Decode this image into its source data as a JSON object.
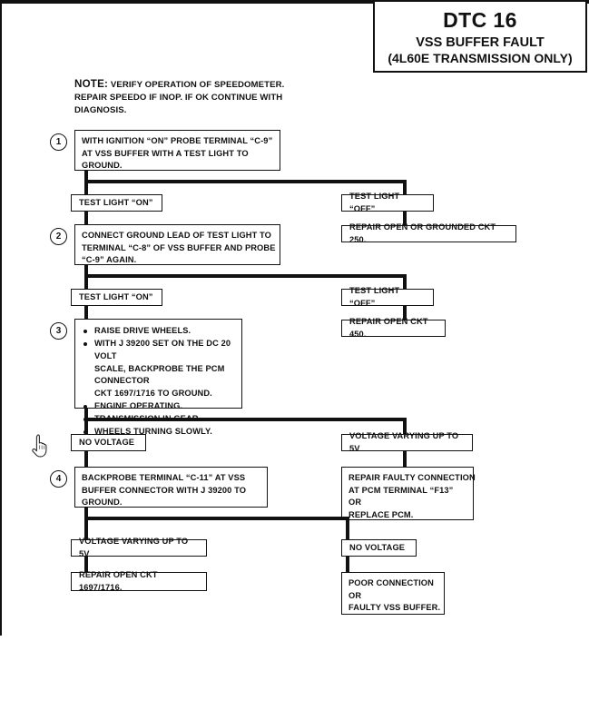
{
  "header": {
    "code": "DTC 16",
    "fault": "VSS BUFFER FAULT",
    "application": "(4L60E TRANSMISSION ONLY)"
  },
  "note": {
    "lead": "NOTE:",
    "line1": "VERIFY OPERATION OF SPEEDOMETER.",
    "line2": "REPAIR SPEEDO IF INOP.  IF OK CONTINUE WITH",
    "line3": "DIAGNOSIS."
  },
  "steps": {
    "step1": {
      "number": "1",
      "line1": "WITH IGNITION “ON” PROBE TERMINAL “C-9”",
      "line2": "AT VSS BUFFER WITH A TEST LIGHT TO",
      "line3": "GROUND."
    },
    "step2": {
      "number": "2",
      "line1": "CONNECT GROUND LEAD OF TEST LIGHT TO",
      "line2": "TERMINAL “C-8” OF VSS BUFFER AND PROBE",
      "line3": "“C-9” AGAIN."
    },
    "step3": {
      "number": "3",
      "bullets": [
        {
          "text": "RAISE DRIVE WHEELS."
        },
        {
          "text": "WITH J 39200 SET ON THE DC 20 VOLT",
          "cont1": "SCALE, BACKPROBE THE PCM CONNECTOR",
          "cont2": "CKT 1697/1716 TO GROUND."
        },
        {
          "text": "ENGINE OPERATING."
        },
        {
          "text": "TRANSMISSION IN GEAR."
        },
        {
          "text": "WHEELS TURNING SLOWLY."
        }
      ]
    },
    "step4": {
      "number": "4",
      "line1": "BACKPROBE TERMINAL “C-11” AT VSS",
      "line2": "BUFFER CONNECTOR WITH J 39200 TO",
      "line3": "GROUND."
    }
  },
  "branches": {
    "b1_left": "TEST LIGHT “ON”",
    "b1_right": "TEST LIGHT “OFF”",
    "b1_right_result": "REPAIR OPEN OR GROUNDED CKT 250.",
    "b2_left": "TEST LIGHT “ON”",
    "b2_right": "TEST LIGHT “OFF”",
    "b2_right_result": "REPAIR OPEN CKT 450.",
    "b3_left": "NO VOLTAGE",
    "b3_right": "VOLTAGE VARYING UP TO 5V",
    "b3_right_result": {
      "line1": "REPAIR FAULTY CONNECTION",
      "line2": "AT PCM TERMINAL “F13”",
      "line3": "OR",
      "line4": "REPLACE PCM."
    },
    "b4_left": "VOLTAGE VARYING UP TO 5V",
    "b4_left_result": "REPAIR OPEN CKT 1697/1716.",
    "b4_right": "NO VOLTAGE",
    "b4_right_result": {
      "line1": "POOR CONNECTION",
      "line2": "OR",
      "line3": "FAULTY VSS BUFFER."
    }
  },
  "colors": {
    "ink": "#111111",
    "paper": "#ffffff"
  }
}
